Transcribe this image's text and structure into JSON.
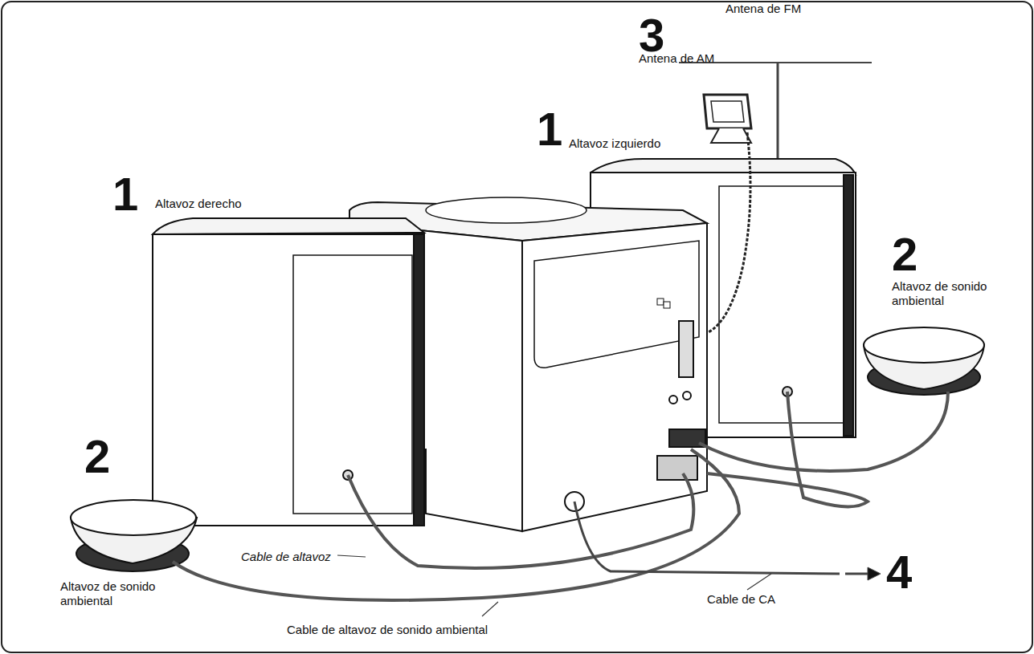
{
  "diagram": {
    "labels": [
      "3",
      "Antena de FM",
      "Antena de AM",
      "1",
      "Altavoz izquierdo",
      "1",
      "Altavoz derecho",
      "2",
      "Altavoz de sonido ambiental",
      "2",
      "Altavoz de sonido ambiental",
      "Cable de altavoz",
      "Cable de CA",
      "4",
      "Cable de altavoz de sonido ambiental"
    ]
  }
}
